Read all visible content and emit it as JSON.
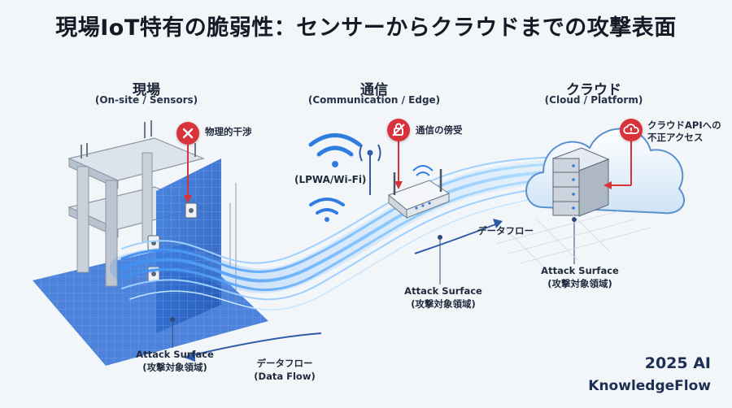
{
  "title": "現場IoT特有の脆弱性：センサーからクラウドまでの攻撃表面",
  "zones": {
    "onsite": {
      "name": "現場",
      "sub": "(On-site / Sensors)"
    },
    "comm": {
      "name": "通信",
      "sub": "(Communication / Edge)"
    },
    "cloud": {
      "name": "クラウド",
      "sub": "(Cloud / Platform)"
    }
  },
  "threats": {
    "physical": "物理的干渉",
    "intercept": "通信の傍受",
    "cloud_access_line1": "クラウドAPIへの",
    "cloud_access_line2": "不正アクセス"
  },
  "network_label": "(LPWA/Wi-Fi)",
  "attack_surfaces": [
    {
      "en": "Attack Surface",
      "jp": "(攻撃対象領域)"
    },
    {
      "en": "Attack Surface",
      "jp": "(攻撃対象領域)"
    },
    {
      "en": "Attack Surface",
      "jp": "(攻撃対象領域)"
    }
  ],
  "data_flow": {
    "upper": "データフロー",
    "lower_jp": "データフロー",
    "lower_en": "(Data Flow)"
  },
  "brand": {
    "year": "2025 AI",
    "name": "KnowledgeFlow"
  },
  "colors": {
    "alert": "#d8323a",
    "flow": "#2f7de0",
    "blueprint": "#2f6fd6"
  }
}
